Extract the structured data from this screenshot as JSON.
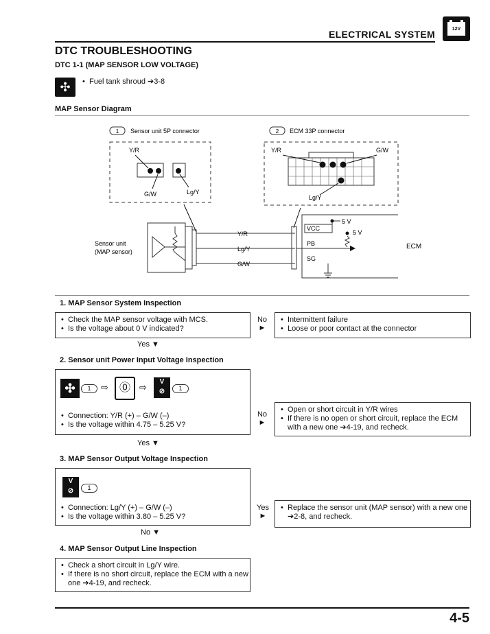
{
  "header": {
    "section": "ELECTRICAL SYSTEM",
    "battery_label": "12V"
  },
  "page": {
    "title": "DTC TROUBLESHOOTING",
    "dtc_title": "DTC 1-1 (MAP SENSOR LOW VOLTAGE)",
    "note": "Fuel tank shroud ➔3-8",
    "diagram_title": "MAP Sensor Diagram",
    "page_number": "4-5"
  },
  "diagram": {
    "conn1_num": "1",
    "conn1_label": "Sensor unit 5P connector",
    "conn2_num": "2",
    "conn2_label": "ECM 33P connector",
    "wire_yr": "Y/R",
    "wire_gw": "G/W",
    "wire_lgy": "Lg/Y",
    "sensor_line1": "Sensor unit",
    "sensor_line2": "(MAP sensor)",
    "vcc": "VCC",
    "pb": "PB",
    "sg": "SG",
    "v5": "5 V",
    "ecm": "ECM"
  },
  "steps": [
    {
      "title": "1. MAP Sensor System Inspection",
      "bullets": [
        "Check the MAP sensor voltage with MCS.",
        "Is the voltage about 0 V indicated?"
      ],
      "branch": "No",
      "branch_bullets": [
        "Intermittent failure",
        "Loose or poor contact at the connector"
      ],
      "next": "Yes ▼"
    },
    {
      "title": "2. Sensor unit Power Input Voltage Inspection",
      "icon_num": "1",
      "icon_num2": "1",
      "bullets": [
        "Connection: Y/R (+) – G/W (–)",
        "Is the voltage within 4.75 – 5.25 V?"
      ],
      "branch": "No",
      "branch_bullets": [
        "Open or short circuit in Y/R wires",
        "If there is no open or short circuit, replace the ECM with a new one ➔4-19, and recheck."
      ],
      "next": "Yes ▼"
    },
    {
      "title": "3. MAP Sensor Output Voltage Inspection",
      "icon_num": "1",
      "bullets": [
        "Connection: Lg/Y (+) – G/W (–)",
        "Is the voltage within 3.80 – 5.25 V?"
      ],
      "branch": "Yes",
      "branch_bullets": [
        "Replace the sensor unit (MAP sensor) with a new one ➔2-8, and recheck."
      ],
      "next": "No ▼"
    },
    {
      "title": "4. MAP Sensor Output Line Inspection",
      "bullets": [
        "Check a short circuit in Lg/Y wire.",
        "If there is no short circuit, replace the ECM with a new one ➔4-19, and recheck."
      ]
    }
  ]
}
